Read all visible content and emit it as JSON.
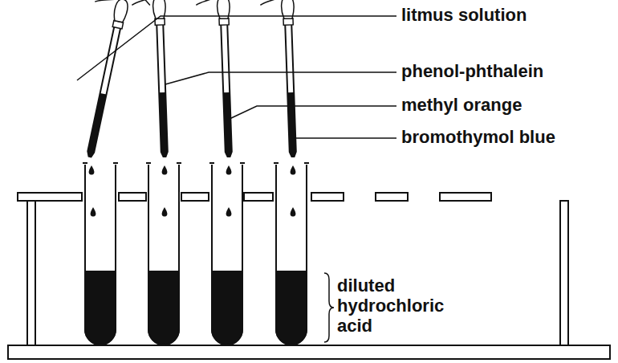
{
  "diagram": {
    "labels": [
      "litmus solution",
      "phenol-phthalein",
      "methyl orange",
      "bromothymol blue",
      "diluted hydrochloric acid"
    ]
  }
}
